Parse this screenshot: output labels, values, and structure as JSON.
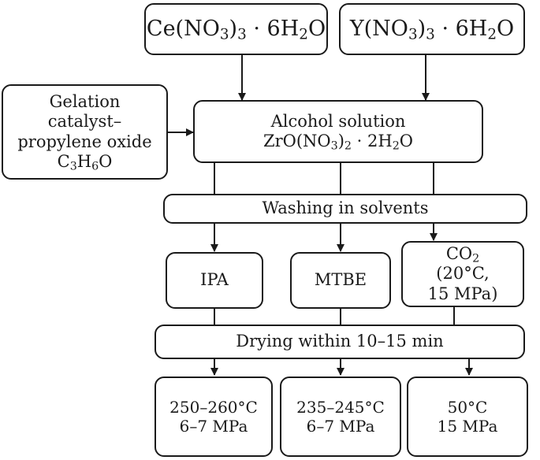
{
  "reagents": {
    "cerium": {
      "pre": "Ce(NO",
      "s1": "3",
      "mid": ")",
      "s2": "3",
      "dot": " · 6H",
      "s3": "2",
      "post": "O"
    },
    "yttrium": {
      "pre": "Y(NO",
      "s1": "3",
      "mid": ")",
      "s2": "3",
      "dot": " · 6H",
      "s3": "2",
      "post": "O"
    }
  },
  "catalyst": {
    "line1": "Gelation",
    "line2": "catalyst–",
    "line3": "propylene oxide",
    "formula": {
      "a": "C",
      "s1": "3",
      "b": "H",
      "s2": "6",
      "c": "O"
    }
  },
  "alcohol": {
    "line1": "Alcohol solution",
    "formula": {
      "a": "ZrO(NO",
      "s1": "3",
      "b": ")",
      "s2": "2",
      "c": " · 2H",
      "s3": "2",
      "d": "O"
    }
  },
  "washing": {
    "label": "Washing in solvents"
  },
  "solvents": {
    "ipa": "IPA",
    "mtbe": "MTBE",
    "co2": {
      "a": "CO",
      "s1": "2",
      "line2": "(20°C,",
      "line3": "15 MPa)"
    }
  },
  "drying": {
    "label": "Drying within 10–15 min"
  },
  "conditions": [
    {
      "temp": "250–260°C",
      "pressure": "6–7 MPa"
    },
    {
      "temp": "235–245°C",
      "pressure": "6–7 MPa"
    },
    {
      "temp": "50°C",
      "pressure": "15 MPa"
    }
  ]
}
